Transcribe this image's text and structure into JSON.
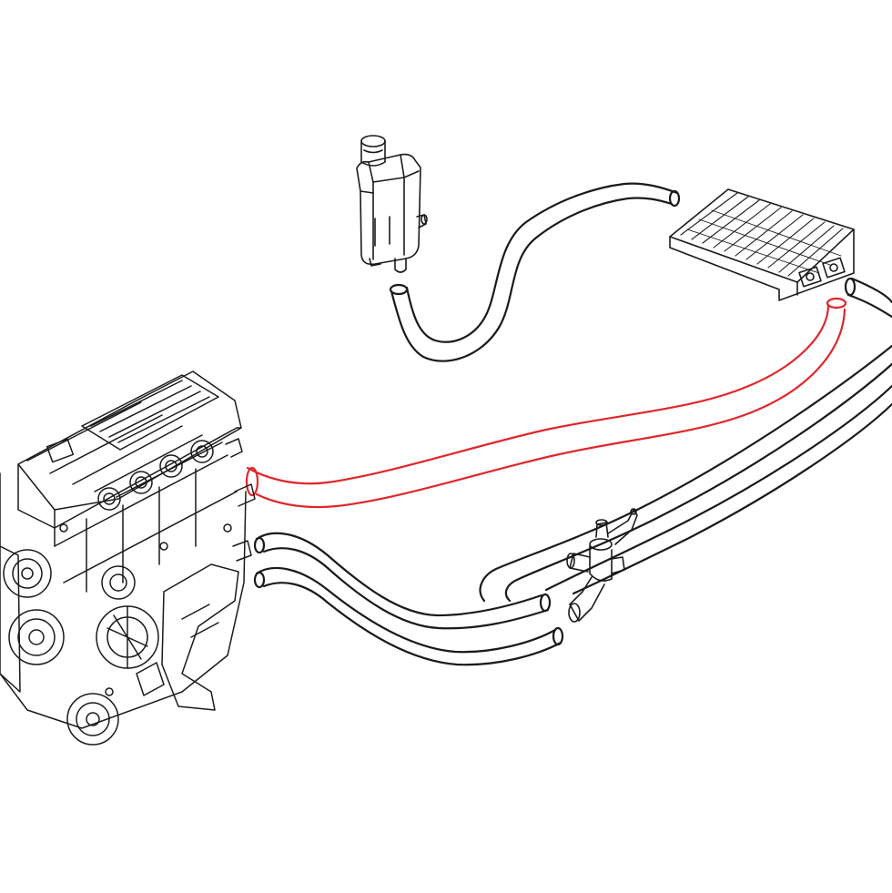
{
  "diagram": {
    "colors": {
      "background": "#ffffff",
      "line": "#1a1a1a",
      "highlight": "#e0262b"
    },
    "parts": [
      {
        "id": "engine",
        "icon": "engine-block-icon",
        "highlighted": false
      },
      {
        "id": "expansion-tank",
        "icon": "coolant-reservoir-icon",
        "highlighted": false
      },
      {
        "id": "heater-core",
        "icon": "heater-core-icon",
        "highlighted": false
      },
      {
        "id": "heater-valve",
        "icon": "water-valve-icon",
        "highlighted": false
      },
      {
        "id": "tank-hose",
        "icon": "hose-icon",
        "highlighted": false
      },
      {
        "id": "heater-hose-highlighted",
        "icon": "hose-icon",
        "highlighted": true
      },
      {
        "id": "long-hoses",
        "icon": "hose-icon",
        "highlighted": false
      },
      {
        "id": "lower-hoses",
        "icon": "hose-icon",
        "highlighted": false
      }
    ]
  }
}
